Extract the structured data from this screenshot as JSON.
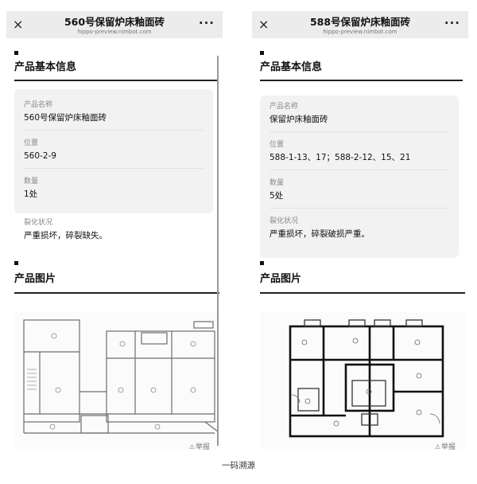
{
  "left": {
    "header": {
      "title": "560号保留炉床釉面砖",
      "subtitle": "hippo-preview.nimbot.com",
      "close_icon": "×",
      "more_icon": "···"
    },
    "basic_info": {
      "title": "产品基本信息",
      "fields": [
        {
          "label": "产品名称",
          "value": "560号保留炉床釉面砖"
        },
        {
          "label": "位置",
          "value": "560-2-9"
        },
        {
          "label": "数量",
          "value": "1处"
        }
      ],
      "condition": {
        "label": "裂化状况",
        "value": "严重损坏，碎裂缺失。"
      }
    },
    "images": {
      "title": "产品图片"
    },
    "report": "举报"
  },
  "right": {
    "header": {
      "title": "588号保留炉床釉面砖",
      "subtitle": "hippo-preview.nimbot.com",
      "close_icon": "×",
      "more_icon": "···"
    },
    "basic_info": {
      "title": "产品基本信息",
      "fields": [
        {
          "label": "产品名称",
          "value": "保留炉床釉面砖"
        },
        {
          "label": "位置",
          "value": "588-1-13、17；588-2-12、15、21"
        },
        {
          "label": "数量",
          "value": "5处"
        }
      ],
      "condition": {
        "label": "裂化状况",
        "value": "严重损坏，碎裂破损严重。"
      }
    },
    "images": {
      "title": "产品图片"
    },
    "report": "举报"
  },
  "caption": "一码溯源"
}
